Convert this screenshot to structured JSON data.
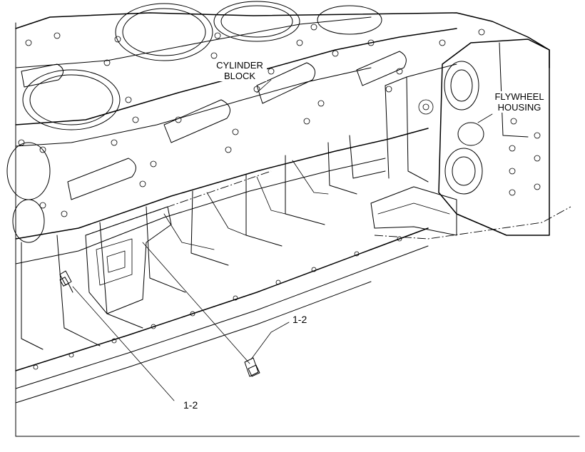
{
  "labels": {
    "cylinder_block_line1": "CYLINDER",
    "cylinder_block_line2": "BLOCK",
    "flywheel_housing_line1": "FLYWHEEL",
    "flywheel_housing_line2": "HOUSING"
  },
  "callouts": {
    "upper": "1-2",
    "lower": "1-2"
  }
}
